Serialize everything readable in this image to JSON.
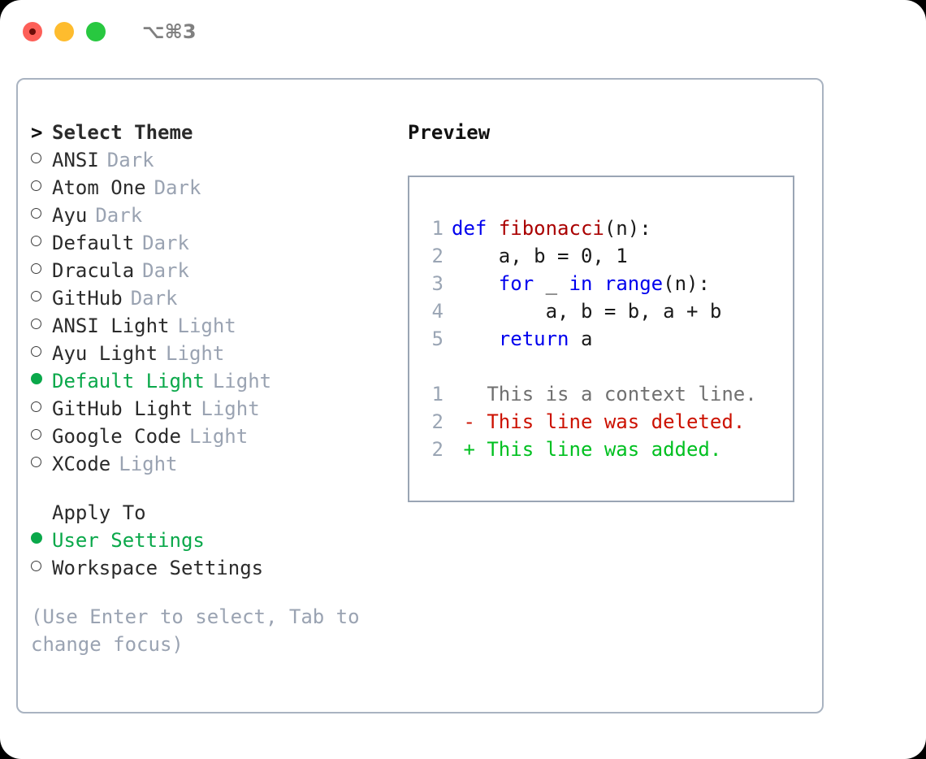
{
  "titlebar": {
    "shortcut": "⌥⌘3",
    "buttons": [
      "close",
      "minimize",
      "zoom"
    ]
  },
  "theme_list": {
    "header": "Select Theme",
    "header_prefix": ">",
    "items": [
      {
        "name": "ANSI",
        "suffix": "Dark",
        "selected": false
      },
      {
        "name": "Atom One",
        "suffix": "Dark",
        "selected": false
      },
      {
        "name": "Ayu",
        "suffix": "Dark",
        "selected": false
      },
      {
        "name": "Default",
        "suffix": "Dark",
        "selected": false
      },
      {
        "name": "Dracula",
        "suffix": "Dark",
        "selected": false
      },
      {
        "name": "GitHub",
        "suffix": "Dark",
        "selected": false
      },
      {
        "name": "ANSI Light",
        "suffix": "Light",
        "selected": false
      },
      {
        "name": "Ayu Light",
        "suffix": "Light",
        "selected": false
      },
      {
        "name": "Default Light",
        "suffix": "Light",
        "selected": true
      },
      {
        "name": "GitHub Light",
        "suffix": "Light",
        "selected": false
      },
      {
        "name": "Google Code",
        "suffix": "Light",
        "selected": false
      },
      {
        "name": "XCode",
        "suffix": "Light",
        "selected": false
      }
    ]
  },
  "apply_to": {
    "header": "Apply To",
    "items": [
      {
        "name": "User Settings",
        "selected": true
      },
      {
        "name": "Workspace Settings",
        "selected": false
      }
    ]
  },
  "hint": "(Use Enter to select, Tab to change focus)",
  "preview": {
    "title": "Preview",
    "code_lines": [
      {
        "no": "1",
        "tokens": [
          {
            "t": "def",
            "c": "kw"
          },
          {
            "t": " ",
            "c": ""
          },
          {
            "t": "fibonacci",
            "c": "fn"
          },
          {
            "t": "(n):",
            "c": ""
          }
        ]
      },
      {
        "no": "2",
        "tokens": [
          {
            "t": "    a, b = 0, 1",
            "c": ""
          }
        ]
      },
      {
        "no": "3",
        "tokens": [
          {
            "t": "    ",
            "c": ""
          },
          {
            "t": "for",
            "c": "kw"
          },
          {
            "t": " _ ",
            "c": ""
          },
          {
            "t": "in",
            "c": "kw"
          },
          {
            "t": " ",
            "c": ""
          },
          {
            "t": "range",
            "c": "kw"
          },
          {
            "t": "(n):",
            "c": ""
          }
        ]
      },
      {
        "no": "4",
        "tokens": [
          {
            "t": "        a, b = b, a + b",
            "c": ""
          }
        ]
      },
      {
        "no": "5",
        "tokens": [
          {
            "t": "    ",
            "c": ""
          },
          {
            "t": "return",
            "c": "kw"
          },
          {
            "t": " a",
            "c": ""
          }
        ]
      }
    ],
    "diff_lines": [
      {
        "no": "1",
        "marker": " ",
        "text": "This is a context line.",
        "kind": "ctx"
      },
      {
        "no": "2",
        "marker": "-",
        "text": "This line was deleted.",
        "kind": "del"
      },
      {
        "no": "2",
        "marker": "+",
        "text": "This line was added.",
        "kind": "add"
      }
    ]
  },
  "colors": {
    "accent_green": "#0aa84a",
    "muted_gray": "#9aa3b2",
    "border": "#a9b3c1",
    "keyword_blue": "#0000ee",
    "function_red": "#aa0000",
    "diff_deleted": "#cc1100",
    "diff_added": "#00c020",
    "light_red": "#fd5f58",
    "light_amber": "#febc2e",
    "light_green": "#28c840"
  }
}
